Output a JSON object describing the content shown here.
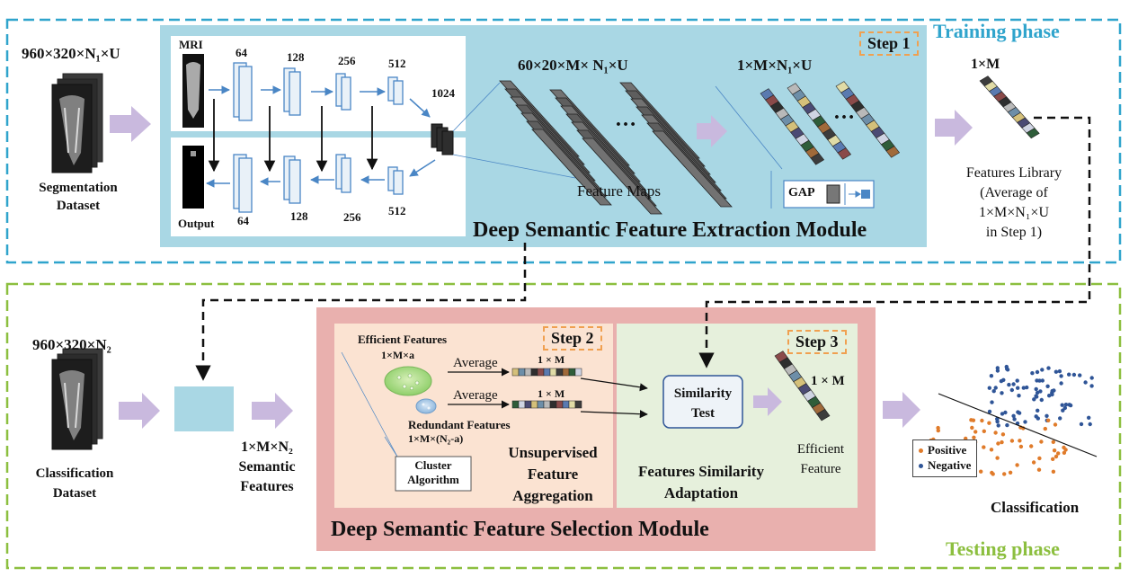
{
  "colors": {
    "training_border": "#2fa4cc",
    "testing_border": "#8cbf3f",
    "extraction_bg": "#a9d7e4",
    "selection_bg": "#e9b0ae",
    "aggregation_bg": "#fbe3d2",
    "adaptation_bg": "#e6f0dc",
    "step_border": "#f0a050",
    "arrow_fill": "#c9b9de",
    "positive": "#e07b2a",
    "negative": "#2f5597"
  },
  "training": {
    "phase_label": "Training phase",
    "input_dims": "960×320×N₁×U",
    "segmentation_dataset": [
      "Segmentation",
      "Dataset"
    ],
    "unet": {
      "mri_label": "MRI",
      "output_label": "Output",
      "enc_labels": [
        "64",
        "128",
        "256",
        "512"
      ],
      "bottleneck_label": "1024",
      "dec_labels": [
        "64",
        "128",
        "256",
        "512"
      ]
    },
    "step_label": "Step 1",
    "feature_map_dims": "60×20×M× N₁×U",
    "feature_maps_label": "Feature Maps",
    "vector_dims": "1×M×N₁×U",
    "ellipsis": "…",
    "gap_label": "GAP",
    "module_title": "Deep Semantic Feature Extraction Module",
    "library_dims": "1×M",
    "library_text": [
      "Features Library",
      "(Average of",
      "1×M×N₁×U",
      "in Step 1)"
    ]
  },
  "testing": {
    "phase_label": "Testing phase",
    "input_dims": "960×320×N₂",
    "classification_dataset": [
      "Classification",
      "Dataset"
    ],
    "semantic_features": [
      "1×M×N₂",
      "Semantic",
      "Features"
    ],
    "step2_label": "Step 2",
    "efficient_features": [
      "Efficient Features",
      "1×M×a"
    ],
    "redundant_features": [
      "Redundant Features",
      "1×M×(N₂-a)"
    ],
    "average_label": "Average",
    "vec_dims": "1 × M",
    "cluster_label": [
      "Cluster",
      "Algorithm"
    ],
    "aggregation_label": [
      "Unsupervised",
      "Feature",
      "Aggregation"
    ],
    "step3_label": "Step 3",
    "similarity_label": [
      "Similarity",
      "Test"
    ],
    "efficient_vec_dims": "1 × M",
    "efficient_feature_label": [
      "Efficient",
      "Feature"
    ],
    "adaptation_label": [
      "Features Similarity",
      "Adaptation"
    ],
    "module_title": "Deep Semantic Feature Selection Module",
    "legend": {
      "positive": "Positive",
      "negative": "Negative"
    },
    "classification_label": "Classification"
  },
  "vector_palette": [
    "#5a7ab0",
    "#d4c07a",
    "#3c3c3c",
    "#b9b9b9",
    "#2f5d3a",
    "#8a4a4a",
    "#4b4b74",
    "#e0dba6",
    "#6d8ea8",
    "#a06a3a",
    "#2e2e2e",
    "#cfd4e3"
  ]
}
